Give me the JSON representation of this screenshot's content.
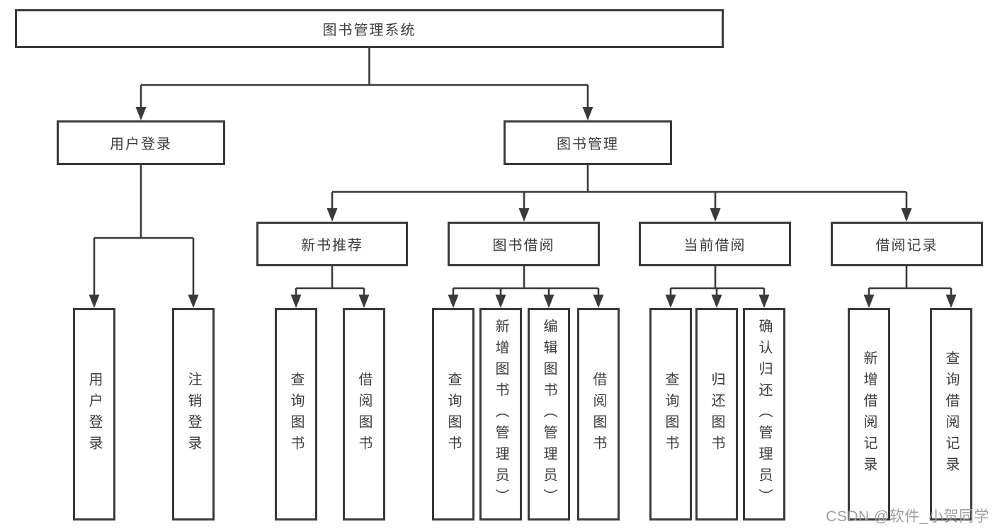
{
  "tree": {
    "root": {
      "label": "图书管理系统",
      "children": [
        {
          "label": "用户登录",
          "children": [
            {
              "label": "用户登录"
            },
            {
              "label": "注销登录"
            }
          ]
        },
        {
          "label": "图书管理",
          "children": [
            {
              "label": "新书推荐",
              "children": [
                {
                  "label": "查询图书"
                },
                {
                  "label": "借阅图书"
                }
              ]
            },
            {
              "label": "图书借阅",
              "children": [
                {
                  "label": "查询图书"
                },
                {
                  "label": "新增图书（管理员）"
                },
                {
                  "label": "编辑图书（管理员）"
                },
                {
                  "label": "借阅图书"
                }
              ]
            },
            {
              "label": "当前借阅",
              "children": [
                {
                  "label": "查询图书"
                },
                {
                  "label": "归还图书"
                },
                {
                  "label": "确认归还（管理员）"
                }
              ]
            },
            {
              "label": "借阅记录",
              "children": [
                {
                  "label": "新增借阅记录"
                },
                {
                  "label": "查询借阅记录"
                }
              ]
            }
          ]
        }
      ]
    }
  },
  "watermark": {
    "text": "CSDN @软件_小贺同学"
  },
  "colors": {
    "line": "#3a3a3a",
    "text": "#3d3d3d",
    "background": "#ffffff",
    "watermark": "#9e9e9e"
  }
}
